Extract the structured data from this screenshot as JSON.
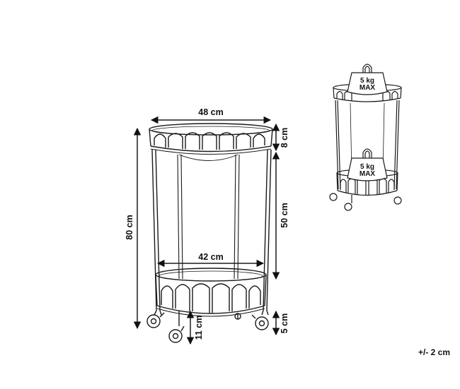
{
  "dimensions": {
    "top_width": "48 cm",
    "bottom_width": "42 cm",
    "total_height": "80 cm",
    "top_rim_height": "8 cm",
    "shelf_gap": "50 cm",
    "bottom_clearance": "11 cm",
    "wheel_height": "5 cm"
  },
  "load": {
    "top_shelf": [
      "5 kg",
      "MAX"
    ],
    "bottom_shelf": [
      "5 kg",
      "MAX"
    ]
  },
  "tolerance": "+/- 2 cm"
}
